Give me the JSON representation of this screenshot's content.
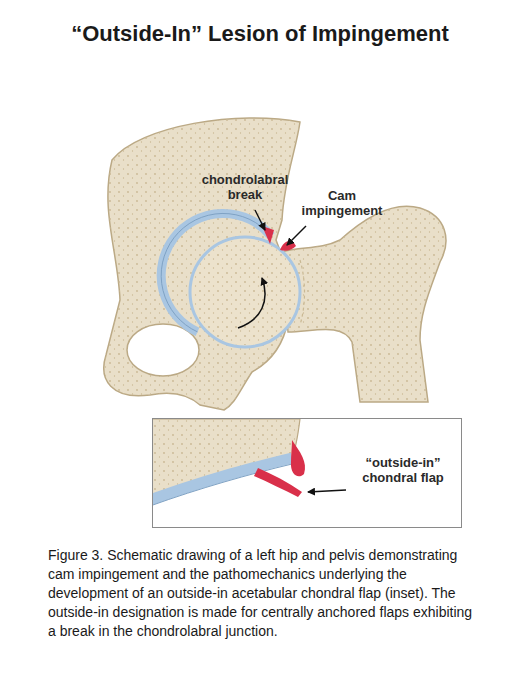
{
  "diagram": {
    "title": "“Outside-In” Lesion of Impingement",
    "caption": "Figure 3. Schematic drawing of a left hip and pelvis demonstrating cam impingement and the pathomechanics underlying the development of an outside-in acetabular chondral flap (inset). The outside-in designation is made for centrally anchored flaps exhibiting a break in the chondrolabral junction.",
    "nodes": [
      {
        "text": [
          "“outside-in” chondral flap"
        ]
      }
    ],
    "labels": [
      "chondrolabral break",
      "Cam impingement"
    ]
  }
}
